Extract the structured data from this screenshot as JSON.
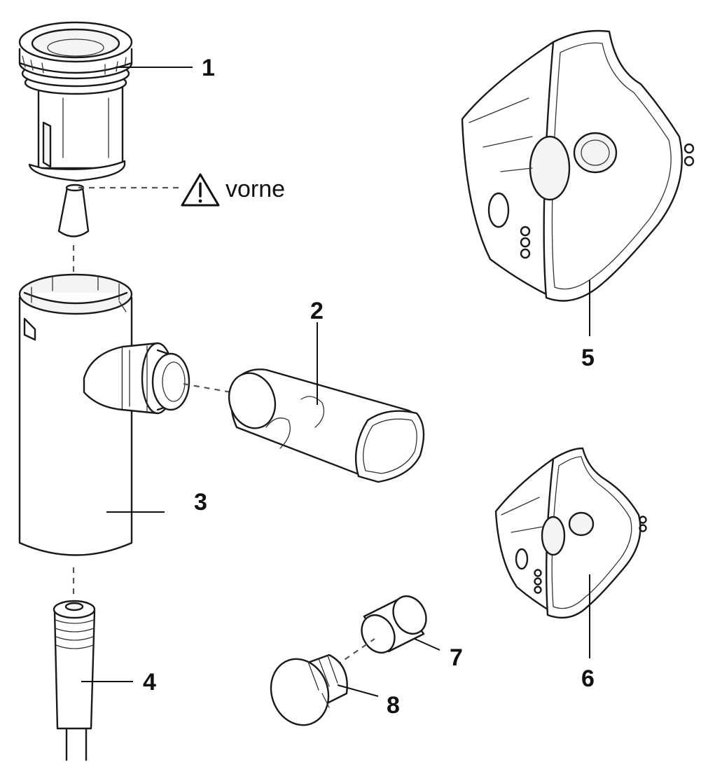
{
  "parts": [
    {
      "number": "1"
    },
    {
      "number": "2"
    },
    {
      "number": "3"
    },
    {
      "number": "4"
    },
    {
      "number": "5"
    },
    {
      "number": "6"
    },
    {
      "number": "7"
    },
    {
      "number": "8"
    }
  ],
  "warning": {
    "icon": "warning-triangle-icon",
    "text": "vorne"
  }
}
